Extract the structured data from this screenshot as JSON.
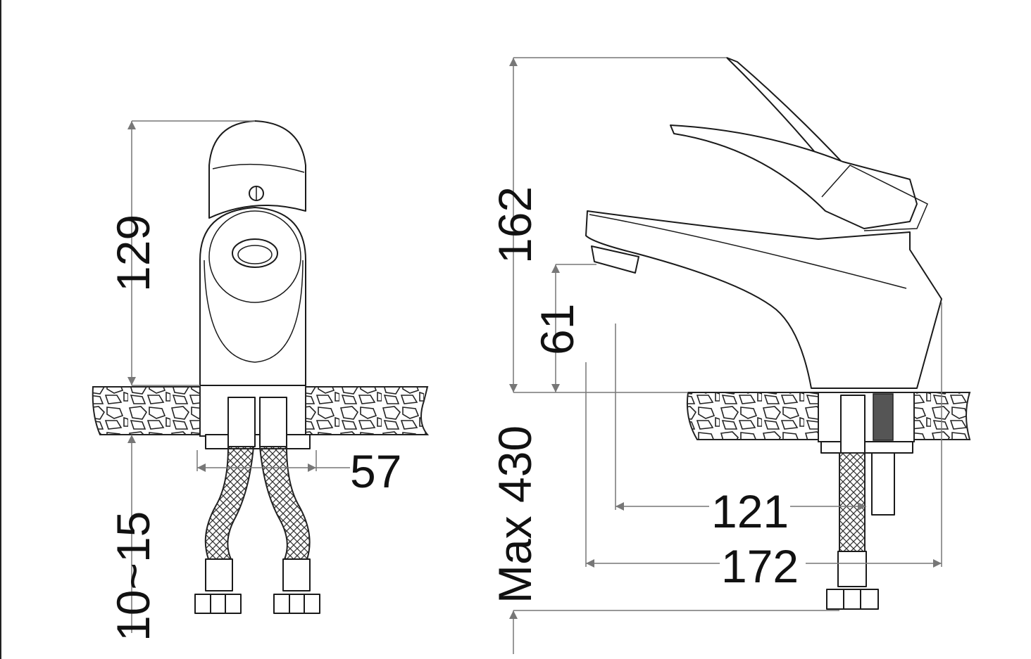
{
  "front_view": {
    "dimensions": {
      "height": "129",
      "deck_thickness": "10~15",
      "hose_spacing": "57"
    }
  },
  "side_view": {
    "dimensions": {
      "total_height": "162",
      "spout_height": "61",
      "hose_length": "Max 430",
      "spout_reach": "121",
      "total_length": "172"
    }
  },
  "colors": {
    "line": "#1a1a1a",
    "dimension": "#777777",
    "background": "#ffffff"
  }
}
